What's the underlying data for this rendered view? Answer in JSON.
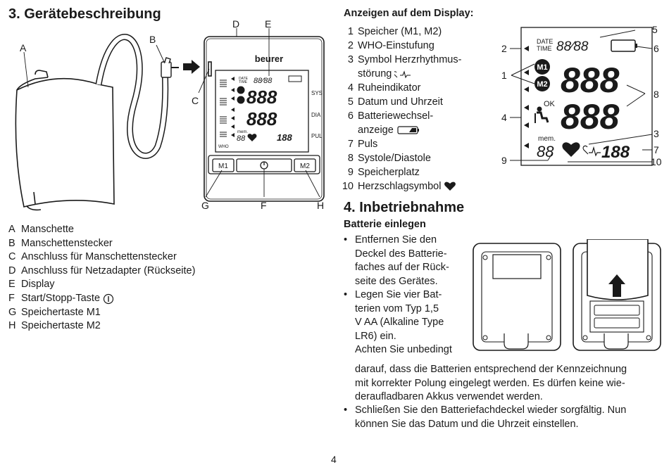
{
  "section3": {
    "title": "3. Gerätebeschreibung",
    "callouts": {
      "a": "A",
      "b": "B",
      "c": "C",
      "d": "D",
      "e": "E",
      "f": "F",
      "g": "G",
      "h": "H"
    },
    "device": {
      "brand": "beurer",
      "date_time_top": "DATE",
      "date_time_bottom": "TIME",
      "date_digits": "88⁄88",
      "digits_sys": "888",
      "digits_dia": "888",
      "mem_label": "mem.",
      "mem_digits": "88",
      "pulse_digits": "188",
      "sys_label": "SYS",
      "dia_label": "DIA",
      "pul_label": "PUL",
      "who_label": "WHO",
      "m1_label": "M1",
      "m2_label": "M2",
      "button_m1": "M1",
      "button_m2": "M2"
    },
    "legend": [
      {
        "key": "A",
        "text": "Manschette"
      },
      {
        "key": "B",
        "text": "Manschettenstecker"
      },
      {
        "key": "C",
        "text": "Anschluss für Manschettenstecker"
      },
      {
        "key": "D",
        "text": "Anschluss für Netzadapter (Rückseite)"
      },
      {
        "key": "E",
        "text": "Display"
      },
      {
        "key": "F",
        "text": "Start/Stopp-Taste"
      },
      {
        "key": "G",
        "text": "Speichertaste M1"
      },
      {
        "key": "H",
        "text": "Speichertaste M2"
      }
    ]
  },
  "display_section": {
    "heading": "Anzeigen auf dem Display:",
    "items": [
      {
        "n": "1",
        "text": "Speicher (M1, M2)"
      },
      {
        "n": "2",
        "text": "WHO-Einstufung"
      },
      {
        "n": "3",
        "text": "Symbol Herzrhythmus-"
      },
      {
        "n": "",
        "text": "störung"
      },
      {
        "n": "4",
        "text": "Ruheindikator"
      },
      {
        "n": "5",
        "text": "Datum und Uhrzeit"
      },
      {
        "n": "6",
        "text": "Batteriewechsel-"
      },
      {
        "n": "",
        "text": "anzeige"
      },
      {
        "n": "7",
        "text": "Puls"
      },
      {
        "n": "8",
        "text": "Systole/Diastole"
      },
      {
        "n": "9",
        "text": "Speicherplatz"
      },
      {
        "n": "10",
        "text": "Herzschlagsymbol"
      }
    ],
    "lcd": {
      "date_top": "DATE",
      "date_bottom": "TIME",
      "date_digits": "88⁄88",
      "m1": "M1",
      "m2": "M2",
      "digits_sys": "888",
      "digits_dia": "888",
      "ok": "OK",
      "mem": "mem.",
      "mem_digits": "88",
      "pulse": "188"
    },
    "callouts": {
      "c1": "1",
      "c2": "2",
      "c3": "3",
      "c4": "4",
      "c5": "5",
      "c6": "6",
      "c7": "7",
      "c8": "8",
      "c9": "9",
      "c10": "10"
    }
  },
  "section4": {
    "title": "4. Inbetriebnahme",
    "subtitle": "Batterie einlegen",
    "bullet1": [
      "Entfernen Sie den",
      "Deckel des Batterie-",
      "faches auf der Rück-",
      "seite des Gerätes."
    ],
    "bullet2": [
      "Legen Sie vier Bat-",
      "terien vom Typ 1,5",
      "V AA (Alkaline Type",
      "LR6) ein.",
      "Achten Sie unbedingt"
    ],
    "bullet2_cont": [
      "darauf, dass die Batterien entsprechend der Kennzeichnung",
      "mit korrekter Polung eingelegt werden. Es dürfen keine wie-",
      "deraufladbaren Akkus verwendet werden."
    ],
    "bullet3": [
      "Schließen Sie den Batteriefachdeckel wieder sorgfältig. Nun",
      "können Sie das Datum und die Uhrzeit einstellen."
    ]
  },
  "page_number": "4",
  "colors": {
    "ink": "#1a1a1a",
    "lcd_bg": "#ffffff"
  }
}
